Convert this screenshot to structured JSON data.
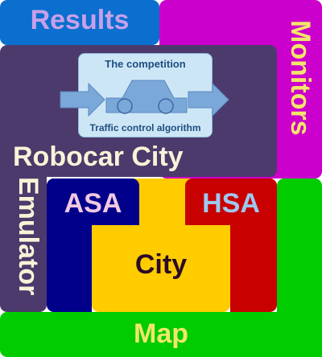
{
  "blocks": {
    "results": "Results",
    "monitors": "Monitors",
    "robocar_city": "Robocar City",
    "emulator": "Emulator",
    "asa": "ASA",
    "hsa": "HSA",
    "city": "City",
    "map": "Map"
  },
  "competition": {
    "title": "The competition",
    "caption": "Traffic control algorithm"
  },
  "icons": [
    "car-icon",
    "arrow-right-icon"
  ],
  "colors": {
    "results": "#0a6fcf",
    "monitors": "#cc00cc",
    "robocar_city": "#4b3a6b",
    "asa": "#00008b",
    "city": "#ffcc00",
    "hsa": "#c80000",
    "map": "#00cc00",
    "competition": "#cde6f6"
  }
}
